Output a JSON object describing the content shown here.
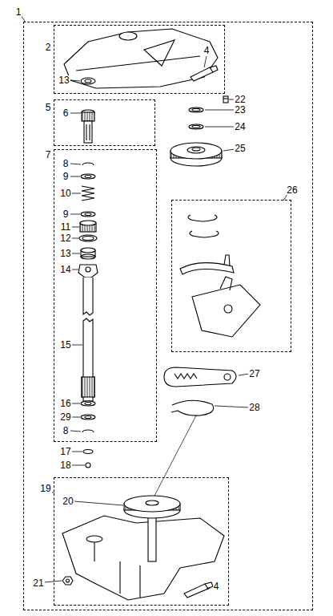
{
  "diagram": {
    "nodes": [
      {
        "text": [
          "1"
        ]
      },
      {
        "text": [
          "2"
        ],
        "in": 0
      },
      {
        "text": [
          "5"
        ],
        "in": 0
      },
      {
        "text": [
          "7"
        ],
        "in": 0
      },
      {
        "text": [
          "26"
        ],
        "in": 0
      },
      {
        "text": [
          "19"
        ],
        "in": 0
      }
    ],
    "labels": [
      "4",
      "22",
      "13",
      "6",
      "8",
      "9",
      "10",
      "9",
      "11",
      "12",
      "13",
      "14",
      "15",
      "16",
      "29",
      "8",
      "17",
      "18",
      "20",
      "21",
      "4",
      "23",
      "24",
      "25",
      "27",
      "28"
    ]
  }
}
